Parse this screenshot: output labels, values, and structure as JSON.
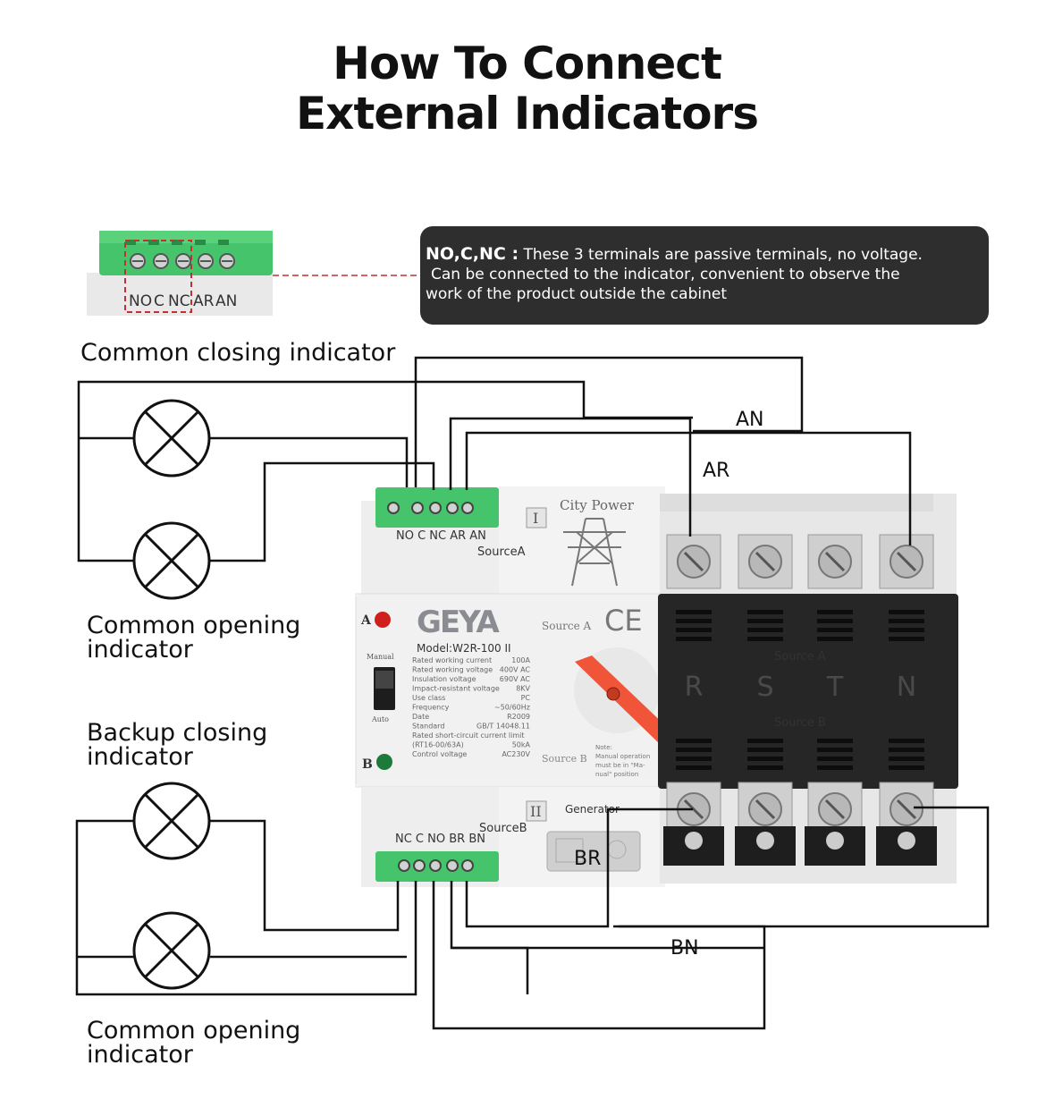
{
  "title": {
    "line1": "How To Connect",
    "line2": "External Indicators"
  },
  "callout": {
    "terms": "NO,C,NC :",
    "line1": "These 3 terminals are passive terminals, no voltage.",
    "line2": "Can be connected to the indicator, convenient to observe the",
    "line3": "work of the product outside the cabinet"
  },
  "thumbnail": {
    "terminal_labels": [
      "NO",
      "C",
      "NC",
      "AR",
      "AN"
    ]
  },
  "indicators": {
    "common_closing": "Common closing indicator",
    "common_opening_top_1": "Common opening",
    "common_opening_top_2": "indicator",
    "backup_closing_1": "Backup closing",
    "backup_closing_2": "indicator",
    "common_opening_bottom_1": "Common opening",
    "common_opening_bottom_2": "indicator"
  },
  "wires": {
    "an": "AN",
    "ar": "AR",
    "br": "BR",
    "bn": "BN"
  },
  "device": {
    "brand": "GEYA",
    "model": "Model:W2R-100 II",
    "top_terminals": "NO C NC AR AN",
    "top_source": "SourceA",
    "bottom_terminals": "NC C NO BR BN",
    "bottom_source": "SourceB",
    "city_power": "City Power",
    "generator": "Generator",
    "roman_one": "I",
    "roman_two": "II",
    "source_a_front": "Source A",
    "source_b_front": "Source B",
    "ce": "CE",
    "led_a": "A",
    "led_b": "B",
    "manual": "Manual",
    "auto": "Auto",
    "phases": [
      "R",
      "S",
      "T",
      "N"
    ],
    "cover_source_a": "Source A",
    "cover_source_b": "Source B",
    "specs": [
      [
        "Rated working current",
        "100A"
      ],
      [
        "Rated working voltage",
        "400V AC"
      ],
      [
        "Insulation voltage",
        "690V AC"
      ],
      [
        "Impact-resistant voltage",
        "8KV"
      ],
      [
        "Use class",
        "PC"
      ],
      [
        "Frequency",
        "~50/60Hz"
      ],
      [
        "Date",
        "R2009"
      ],
      [
        "Standard",
        "GB/T 14048.11"
      ],
      [
        "Rated short-circuit current limit",
        ""
      ],
      [
        "(RT16-00/63A)",
        "50kA"
      ],
      [
        "Control voltage",
        "AC230V"
      ]
    ],
    "note": [
      "Note:",
      "Manual operation",
      "must be in \"Ma-",
      "nual\" position"
    ]
  },
  "colors": {
    "terminal_green": "#3dbb62",
    "handle_red": "#f0553a",
    "led_red": "#d0201e",
    "led_green": "#1d7a3a",
    "callout_bg": "#2e2e2e",
    "cover_black": "#262626"
  }
}
